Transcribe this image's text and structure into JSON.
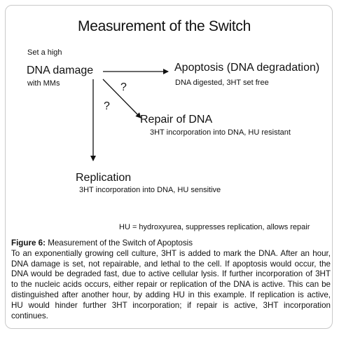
{
  "diagram": {
    "title": "Measurement of the Switch",
    "set_high": "Set a high",
    "dna_damage": "DNA damage",
    "with_mms": "with MMs",
    "apoptosis": "Apoptosis (DNA degradation)",
    "apoptosis_note": "DNA digested, 3HT  set free",
    "repair": "Repair of DNA",
    "repair_note": "3HT incorporation into DNA, HU resistant",
    "replication": "Replication",
    "replication_note": "3HT incorporation into DNA, HU sensitive",
    "question_1": "?",
    "question_2": "?",
    "hu_note": "HU = hydroxyurea, suppresses  replication, allows repair"
  },
  "caption": {
    "label": "Figure 6:",
    "title": " Measurement of the Switch of Apoptosis",
    "body": "To an exponentially growing cell culture, 3HT is added to mark the DNA. After an hour, DNA damage is set, not repairable, and lethal to the cell. If apoptosis would occur, the DNA would be degraded fast, due to active cellular lysis. If further incorporation of 3HT to the nucleic acids occurs, either repair or replication of the DNA is active. This can be distinguished after another hour, by adding HU in this example. If replication is active, HU would hinder further 3HT incorporation; if repair is active, 3HT incorporation continues."
  }
}
